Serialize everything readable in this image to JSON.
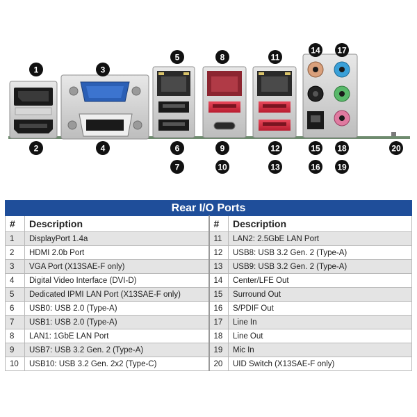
{
  "diagram": {
    "callouts": [
      "1",
      "2",
      "3",
      "4",
      "5",
      "6",
      "7",
      "8",
      "9",
      "10",
      "11",
      "12",
      "13",
      "14",
      "15",
      "16",
      "17",
      "18",
      "19",
      "20"
    ]
  },
  "table": {
    "title": "Rear I/O Ports",
    "col_num": "#",
    "col_desc": "Description",
    "rows_left": [
      {
        "num": "1",
        "desc": "DisplayPort 1.4a"
      },
      {
        "num": "2",
        "desc": "HDMI 2.0b Port"
      },
      {
        "num": "3",
        "desc": "VGA Port (X13SAE-F only)"
      },
      {
        "num": "4",
        "desc": "Digital Video Interface (DVI-D)"
      },
      {
        "num": "5",
        "desc": "Dedicated IPMI LAN Port (X13SAE-F only)"
      },
      {
        "num": "6",
        "desc": "USB0: USB 2.0 (Type-A)"
      },
      {
        "num": "7",
        "desc": "USB1: USB 2.0 (Type-A)"
      },
      {
        "num": "8",
        "desc": "LAN1: 1GbE LAN Port"
      },
      {
        "num": "9",
        "desc": "USB7: USB 3.2 Gen. 2 (Type-A)"
      },
      {
        "num": "10",
        "desc": "USB10: USB 3.2 Gen. 2x2 (Type-C)"
      }
    ],
    "rows_right": [
      {
        "num": "11",
        "desc": "LAN2: 2.5GbE LAN Port"
      },
      {
        "num": "12",
        "desc": "USB8: USB 3.2 Gen. 2 (Type-A)"
      },
      {
        "num": "13",
        "desc": "USB9: USB 3.2 Gen. 2 (Type-A)"
      },
      {
        "num": "14",
        "desc": "Center/LFE Out"
      },
      {
        "num": "15",
        "desc": "Surround Out"
      },
      {
        "num": "16",
        "desc": "S/PDIF Out"
      },
      {
        "num": "17",
        "desc": "Line In"
      },
      {
        "num": "18",
        "desc": "Line Out"
      },
      {
        "num": "19",
        "desc": "Mic In"
      },
      {
        "num": "20",
        "desc": "UID Switch (X13SAE-F only)"
      }
    ]
  },
  "colors": {
    "title_bar": "#1f4e9a",
    "callout": "#111111",
    "row_shade": "#e4e4e4"
  }
}
